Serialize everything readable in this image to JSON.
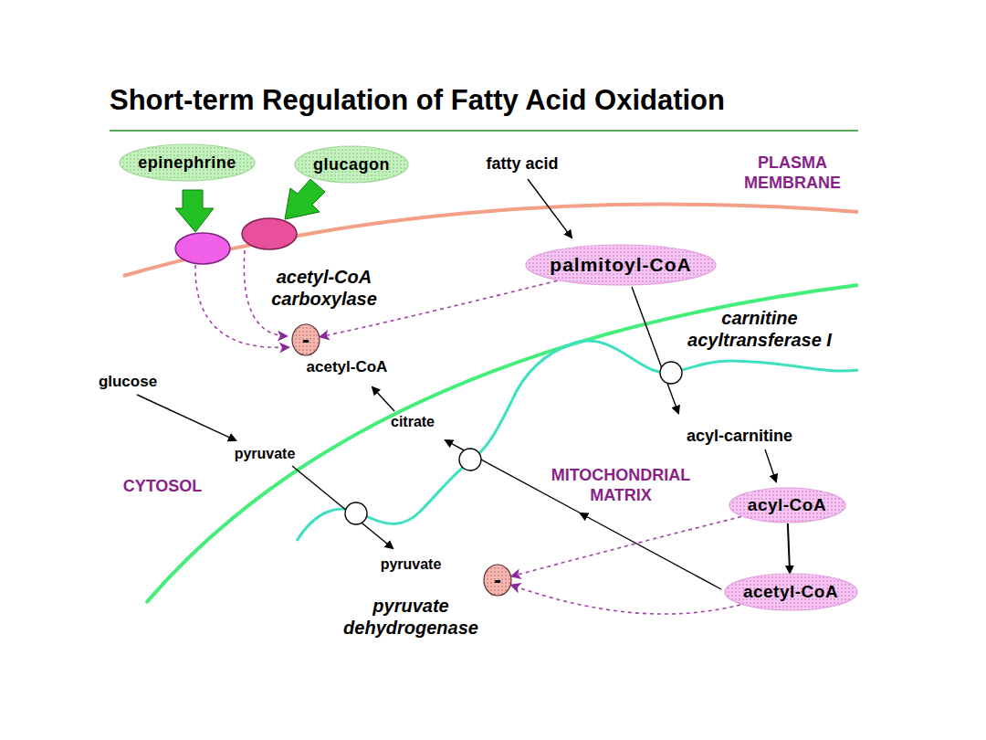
{
  "diagram": {
    "title": "Short-term Regulation of Fatty Acid Oxidation",
    "nodes": [
      {
        "text": [
          "epinephrine"
        ]
      },
      {
        "text": [
          "glucagon"
        ]
      },
      {
        "text": [
          "palmitoyl-CoA"
        ]
      },
      {
        "text": [
          "-"
        ]
      },
      {
        "text": [
          "acyl-CoA"
        ]
      },
      {
        "text": [
          "-"
        ]
      },
      {
        "text": [
          "acetyl-CoA"
        ]
      }
    ],
    "edges": [
      {
        "from": 2,
        "to": 3,
        "arrow": "to"
      },
      {
        "from": 4,
        "to": 6,
        "arrow": "to"
      },
      {
        "from": 4,
        "to": 5,
        "arrow": "to"
      },
      {
        "from": 6,
        "to": 5,
        "arrow": "to"
      }
    ],
    "labels": [
      "PLASMA MEMBRANE",
      "fatty acid",
      "acetyl-CoA carboxylase",
      "carnitine acyltransferase I",
      "acetyl-CoA",
      "glucose",
      "citrate",
      "acyl-carnitine",
      "pyruvate",
      "CYTOSOL",
      "MITOCHONDRIAL MATRIX",
      "pyruvate",
      "pyruvate dehydrogenase"
    ]
  }
}
